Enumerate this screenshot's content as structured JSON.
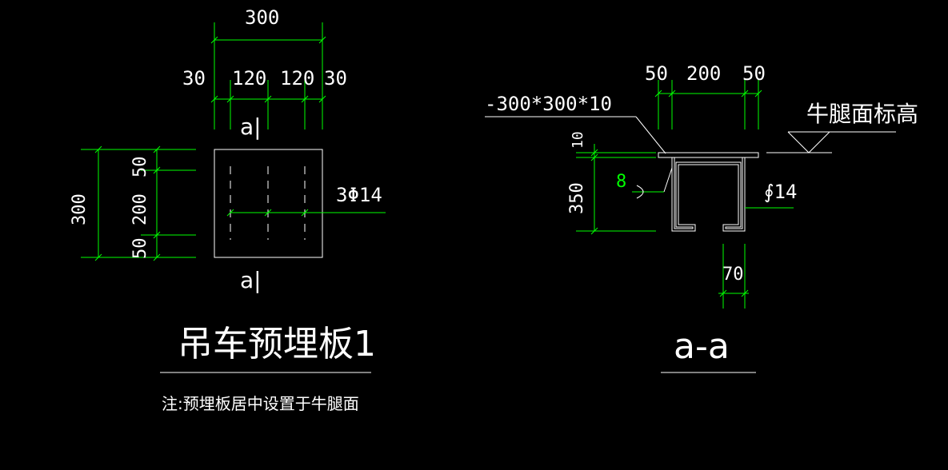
{
  "left_view": {
    "dim_top_total": "300",
    "dim_top_parts": [
      "30",
      "120",
      "120",
      "30"
    ],
    "dim_left_total": "300",
    "dim_left_parts": [
      "50",
      "200",
      "50"
    ],
    "section_mark_top": "a|",
    "section_mark_bottom": "a|",
    "bolt_label": "3Φ14",
    "title": "吊车预埋板1",
    "note": "注:预埋板居中设置于牛腿面"
  },
  "right_view": {
    "dim_top_parts": [
      "50",
      "200",
      "50"
    ],
    "plate_label": "-300*300*10",
    "elevation_label": "牛腿面标高",
    "dim_plate_thickness": "10",
    "dim_depth": "350",
    "weld_size": "8",
    "bar_label": "∮14",
    "dim_bottom": "70",
    "title": "a-a"
  },
  "colors": {
    "background": "#000000",
    "dimension_lines": "#00ff00",
    "outline": "#ffffff"
  }
}
